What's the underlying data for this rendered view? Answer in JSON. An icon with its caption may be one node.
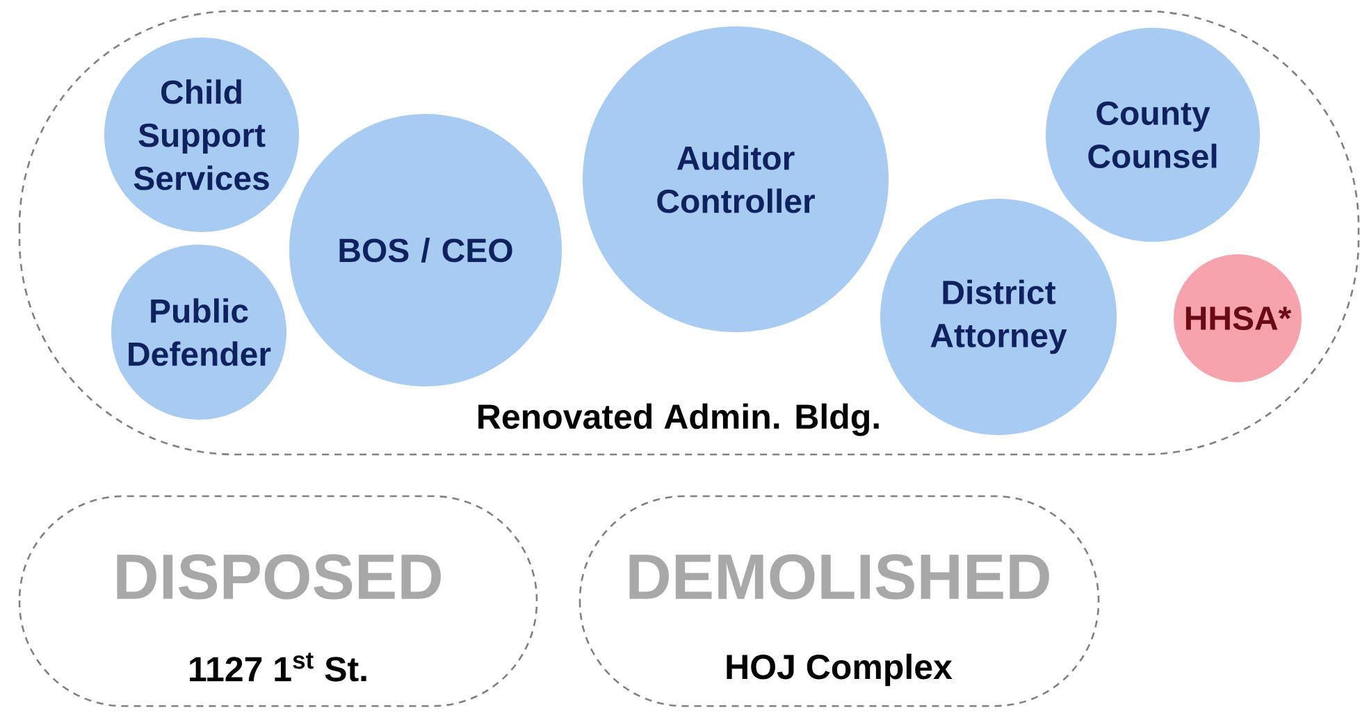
{
  "diagram": {
    "nodes": [
      {
        "text": [
          "Renovated Admin. Bldg."
        ]
      },
      {
        "text": [
          "Child Support Services"
        ],
        "in": 0
      },
      {
        "text": [
          "Public Defender"
        ],
        "in": 0
      },
      {
        "text": [
          "BOS / CEO"
        ],
        "in": 0
      },
      {
        "text": [
          "Auditor Controller"
        ],
        "in": 0
      },
      {
        "text": [
          "District Attorney"
        ],
        "in": 0
      },
      {
        "text": [
          "County Counsel"
        ],
        "in": 0
      },
      {
        "text": [
          "HHSA*"
        ],
        "in": 0
      },
      {
        "text": [
          "DISPOSED",
          "1127 1$^{st}$ St."
        ]
      },
      {
        "text": [
          "DEMOLISHED",
          "HOJ Complex"
        ]
      }
    ]
  }
}
